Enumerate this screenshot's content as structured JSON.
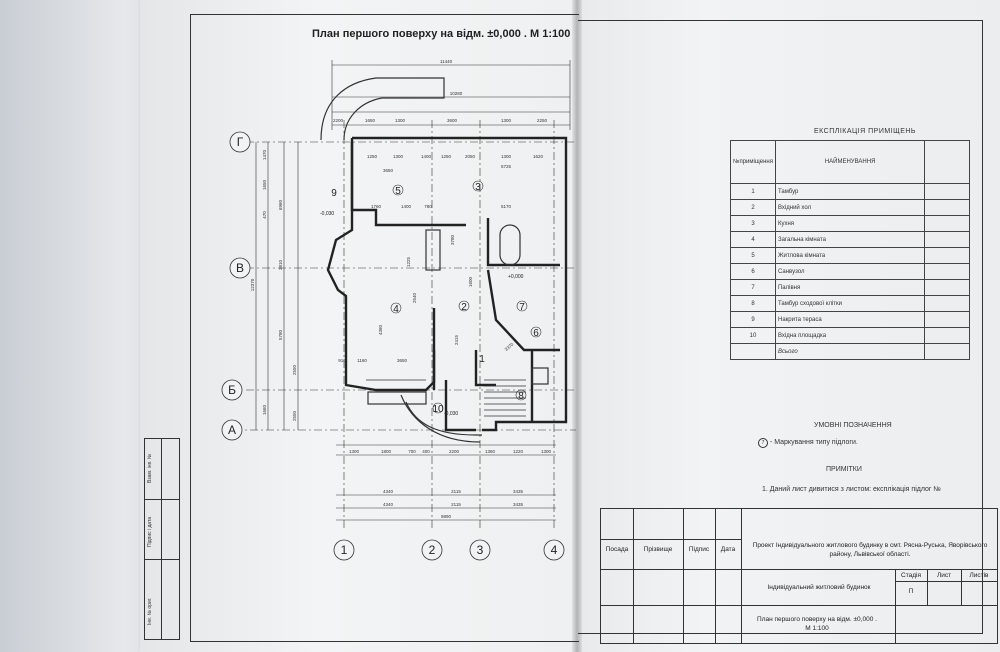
{
  "plan": {
    "title": "План першого поверху на відм. ±0,000 .   М 1:100",
    "axes_letters": [
      "Г",
      "В",
      "Б",
      "А"
    ],
    "axes_numbers": [
      "1",
      "2",
      "3",
      "4"
    ],
    "level_marks": [
      "+0,000",
      "-0,030",
      "-0,030"
    ],
    "room_markers": [
      "1",
      "2",
      "3",
      "4",
      "5",
      "6",
      "7",
      "8",
      "9",
      "10"
    ],
    "dims_top": [
      "11440",
      "10280",
      "2200",
      "1650",
      "1300",
      "3600",
      "1300",
      "2250"
    ],
    "dims_inner": [
      "1250",
      "1300",
      "1400",
      "1250",
      "2050",
      "1300",
      "1620"
    ],
    "dims_bottom_1": [
      "1300",
      "1800",
      "700",
      "400",
      "2200",
      "1360",
      "1220",
      "1300"
    ],
    "dims_bottom_2": [
      "4340",
      "2115",
      "3435"
    ],
    "dims_bottom_3": [
      "4340",
      "2115",
      "3435"
    ],
    "dims_bottom_4": "9890",
    "dims_left": [
      "1470",
      "1650",
      "470",
      "6960",
      "3810",
      "12370",
      "5780",
      "2550",
      "1660"
    ],
    "dims_inner_misc": [
      "3650",
      "5725",
      "5170",
      "1760",
      "1400",
      "780",
      "3780",
      "1225",
      "2540",
      "4360",
      "3650",
      "1160",
      "910",
      "2550",
      "2415",
      "1600",
      "3370"
    ]
  },
  "explication": {
    "title": "ЕКСПЛІКАЦІЯ ПРИМІЩЕНЬ",
    "col_num": "№приміщення",
    "col_name": "НАЙМЕНУВАННЯ",
    "rows": [
      {
        "num": "1",
        "name": "Тамбур"
      },
      {
        "num": "2",
        "name": "Вхідний хол"
      },
      {
        "num": "3",
        "name": "Кухня"
      },
      {
        "num": "4",
        "name": "Загальна кімната"
      },
      {
        "num": "5",
        "name": "Житлова кімната"
      },
      {
        "num": "6",
        "name": "Санвузол"
      },
      {
        "num": "7",
        "name": "Палівня"
      },
      {
        "num": "8",
        "name": "Тамбур сходової клітки"
      },
      {
        "num": "9",
        "name": "Накрита тераса"
      },
      {
        "num": "10",
        "name": "Вхідна площадка"
      }
    ],
    "total": "Всього"
  },
  "legend": {
    "title": "УМОВНІ ПОЗНАЧЕННЯ",
    "marker": "7",
    "text": "- Маркування типу підлоги."
  },
  "notes": {
    "title": "ПРИМІТКИ",
    "text": "1. Даний лист дивитися з листом: експлікація підлог №"
  },
  "title_block": {
    "col_posada": "Посада",
    "col_surname": "Прізвище",
    "col_sign": "Підпис",
    "col_date": "Дата",
    "project": "Проект Індивідуального житлового будинку в смт. Рясна-Руська, Яворівського району, Львівської області.",
    "building": "Індивідуальний житловий будинок",
    "stage_label": "Стадія",
    "sheet_label": "Лист",
    "sheets_label": "Листів",
    "stage_value": "П",
    "drawing": "План першого поверху на відм. ±0,000 .   М 1:100"
  },
  "stamp": {
    "line1": "Взам. інв. №",
    "line2": "Підпис і дата",
    "line3": "Інв. № ориг."
  }
}
